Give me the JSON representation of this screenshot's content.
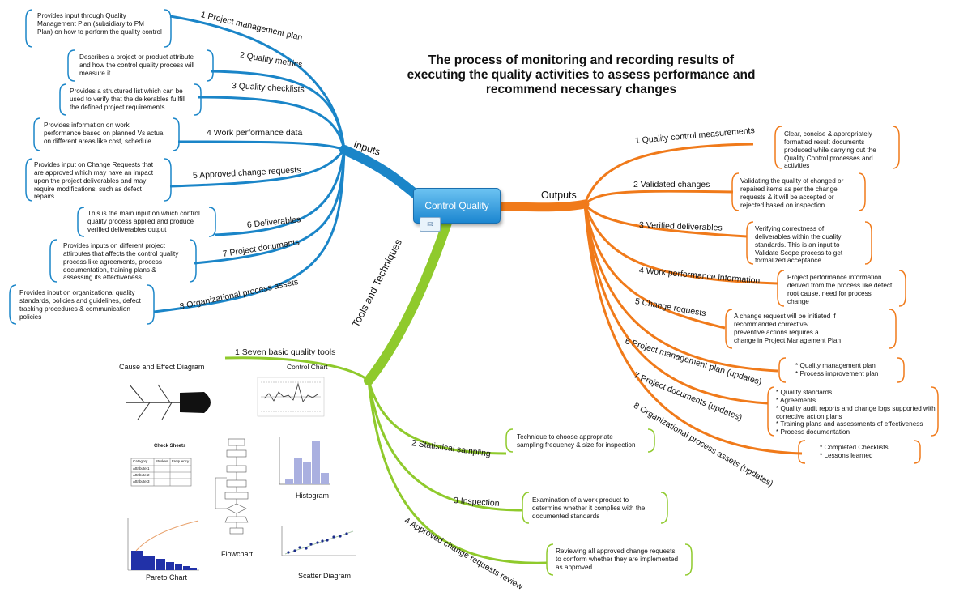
{
  "title_lines": [
    "The process of monitoring and recording results of",
    "executing the quality activities to assess performance and",
    "recommend necessary changes"
  ],
  "central": {
    "label": "Control Quality"
  },
  "branches": {
    "inputs": "Inputs",
    "outputs": "Outputs",
    "tools": "Tools and Techniques"
  },
  "inputs": [
    {
      "label": "1 Project management plan",
      "note": [
        "Provides input through Quality",
        "Management Plan (subsidiary to PM",
        "Plan) on how to perform the quality control"
      ]
    },
    {
      "label": "2 Quality metrics",
      "note": [
        "Describes a project or product attribute",
        "and how the control quality process will",
        "measure it"
      ]
    },
    {
      "label": "3 Quality checklists",
      "note": [
        "Provides a structured list which can be",
        "used to verify that the delkerables fullfill",
        "the defined project requirements"
      ]
    },
    {
      "label": "4 Work performance data",
      "note": [
        "Provides information on work",
        "performance based on planned Vs actual",
        "on different areas like cost, schedule"
      ]
    },
    {
      "label": "5 Approved change requests",
      "note": [
        "Provides input on Change Requests that",
        "are approved which may have an impact",
        "upon the project deliverables and may",
        "require modifications, such as defect",
        "repairs"
      ]
    },
    {
      "label": "6 Deliverables",
      "note": [
        "This is the main input on which control",
        "quality process applied and produce",
        "verified deliverables output"
      ]
    },
    {
      "label": "7 Project documents",
      "note": [
        "Provides inputs on different project",
        "attirbutes that affects the control quality",
        "process like agreements, process",
        "documentation, training plans &",
        "assessing its effectiveness"
      ]
    },
    {
      "label": "8 Organizational process assets",
      "note": [
        "Provides input on organizational quality",
        "standards, policies and guidelines, defect",
        "tracking procedures & communication",
        "policies"
      ]
    }
  ],
  "outputs": [
    {
      "label": "1 Quality control measurements",
      "note": [
        "Clear, concise & appropriately",
        "formatted result documents",
        "produced while carrying out the",
        "Quality Control processes and",
        "activities"
      ]
    },
    {
      "label": "2 Validated changes",
      "note": [
        "Validating the quality of changed or",
        "repaired items as per the change",
        "requests & it will be accepted or",
        "rejected based on inspection"
      ]
    },
    {
      "label": "3 Verified deliverables",
      "note": [
        "Verifying correctness of",
        "deliverables within the quality",
        "standards. This is an input to",
        "Validate Scope process to get",
        "formalized acceptance"
      ]
    },
    {
      "label": "4 Work performance information",
      "note": [
        "Project performance information",
        "derived from the process like defect",
        "root cause, need for process",
        "change"
      ]
    },
    {
      "label": "5 Change requests",
      "note": [
        "A change request will be initiated if",
        "recommanded corrective/",
        "preventive actions requires a",
        "change in Project Management Plan"
      ]
    },
    {
      "label": "6 Project management plan (updates)",
      "note": [
        "* Quality management plan",
        "* Process improvement plan"
      ]
    },
    {
      "label": "7 Project documents (updates)",
      "note": [
        "* Quality standards",
        "* Agreements",
        "* Quality audit reports and change logs supported with",
        "corrective action plans",
        "* Training plans and assessments of effectiveness",
        "* Process documentation"
      ]
    },
    {
      "label": "8 Organizational process assets (updates)",
      "note": [
        "* Completed Checklists",
        "* Lessons learned"
      ]
    }
  ],
  "tools": [
    {
      "label": "1 Seven basic quality tools",
      "note": []
    },
    {
      "label": "2 Statistical sampling",
      "note": [
        "Technique to choose appropriate",
        "sampling frequency & size for inspection"
      ]
    },
    {
      "label": "3 Inspection",
      "note": [
        "Examination of a work product to",
        "determine whether it complies with the",
        "documented standards"
      ]
    },
    {
      "label": "4 Approved change requests review",
      "note": [
        "Reviewing all approved change requests",
        "to conform whether they are implemented",
        "as approved"
      ]
    }
  ],
  "quality_tools": {
    "cause_effect": "Cause and Effect Diagram",
    "control_chart": "Control Chart",
    "check_sheets": "Check Sheets",
    "check_sheet_headers": [
      "Category",
      "Strokes",
      "Frequency"
    ],
    "check_sheet_rows": [
      "Attribute 1",
      "Attribute 2",
      "Attribute 3"
    ],
    "histogram": "Histogram",
    "flowchart": "Flowchart",
    "pareto": "Pareto Chart",
    "scatter": "Scatter Diagram"
  },
  "colors": {
    "inputs": "#1a85c8",
    "outputs": "#f07a1a",
    "tools": "#8fca2c",
    "central_top": "#6cc3f2",
    "central_bottom": "#1c86d0"
  }
}
